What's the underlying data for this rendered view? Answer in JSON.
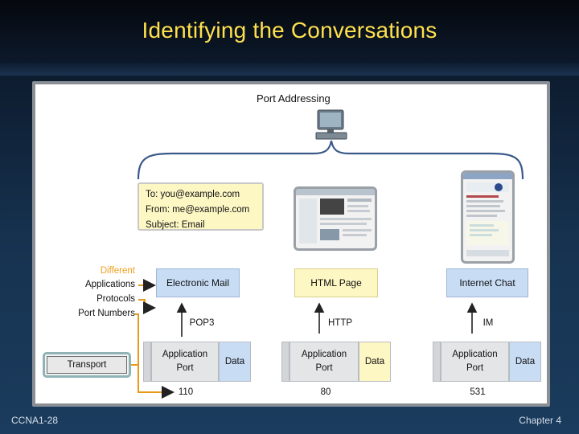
{
  "slide": {
    "title": "Identifying the Conversations",
    "footer_left": "CCNA1-28",
    "footer_right": "Chapter 4"
  },
  "diagram": {
    "heading": "Port Addressing",
    "email": {
      "to": "To: you@example.com",
      "from": "From: me@example.com",
      "subject": "Subject: Email"
    },
    "layer_labels": {
      "different": "Different",
      "applications": "Applications",
      "protocols": "Protocols",
      "port_numbers": "Port Numbers",
      "transport": "Transport"
    },
    "applications": [
      {
        "name": "Electronic Mail",
        "protocol": "POP3",
        "port": "110",
        "color": "#c8dcf4"
      },
      {
        "name": "HTML Page",
        "protocol": "HTTP",
        "port": "80",
        "color": "#fdf7c4"
      },
      {
        "name": "Internet Chat",
        "protocol": "IM",
        "port": "531",
        "color": "#c8dcf4"
      }
    ],
    "segment": {
      "application": "Application",
      "port": "Port",
      "data": "Data"
    },
    "colors": {
      "arrow": "#e89a1a",
      "brace": "#3a5a8a",
      "title": "#ffe14d"
    }
  }
}
